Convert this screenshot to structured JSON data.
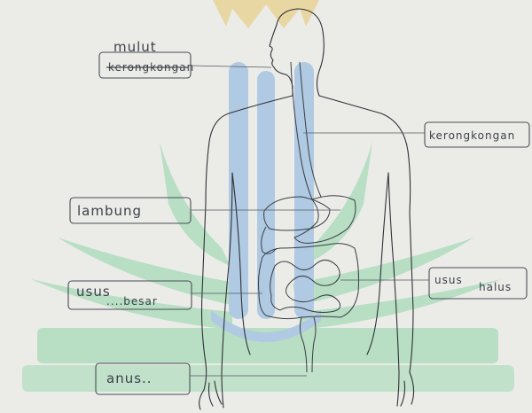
{
  "colors": {
    "paper": "#ebece8",
    "watermark_green": "#8fd3a6",
    "watermark_blue": "#7fb0dd",
    "watermark_gold": "#e8c66a",
    "ink": "#3c3f4a"
  },
  "labels": {
    "tenggorokan": {
      "text": "mulut",
      "struck": "kerongkongan"
    },
    "kerongkongan": {
      "text": "kerongkongan"
    },
    "lambung": {
      "text": "lambung"
    },
    "usus_besar": {
      "line1": "usus",
      "line2": "....besar"
    },
    "usus_halus": {
      "line1": "usus",
      "line2": "halus"
    },
    "anus": {
      "text": "anus.."
    }
  }
}
